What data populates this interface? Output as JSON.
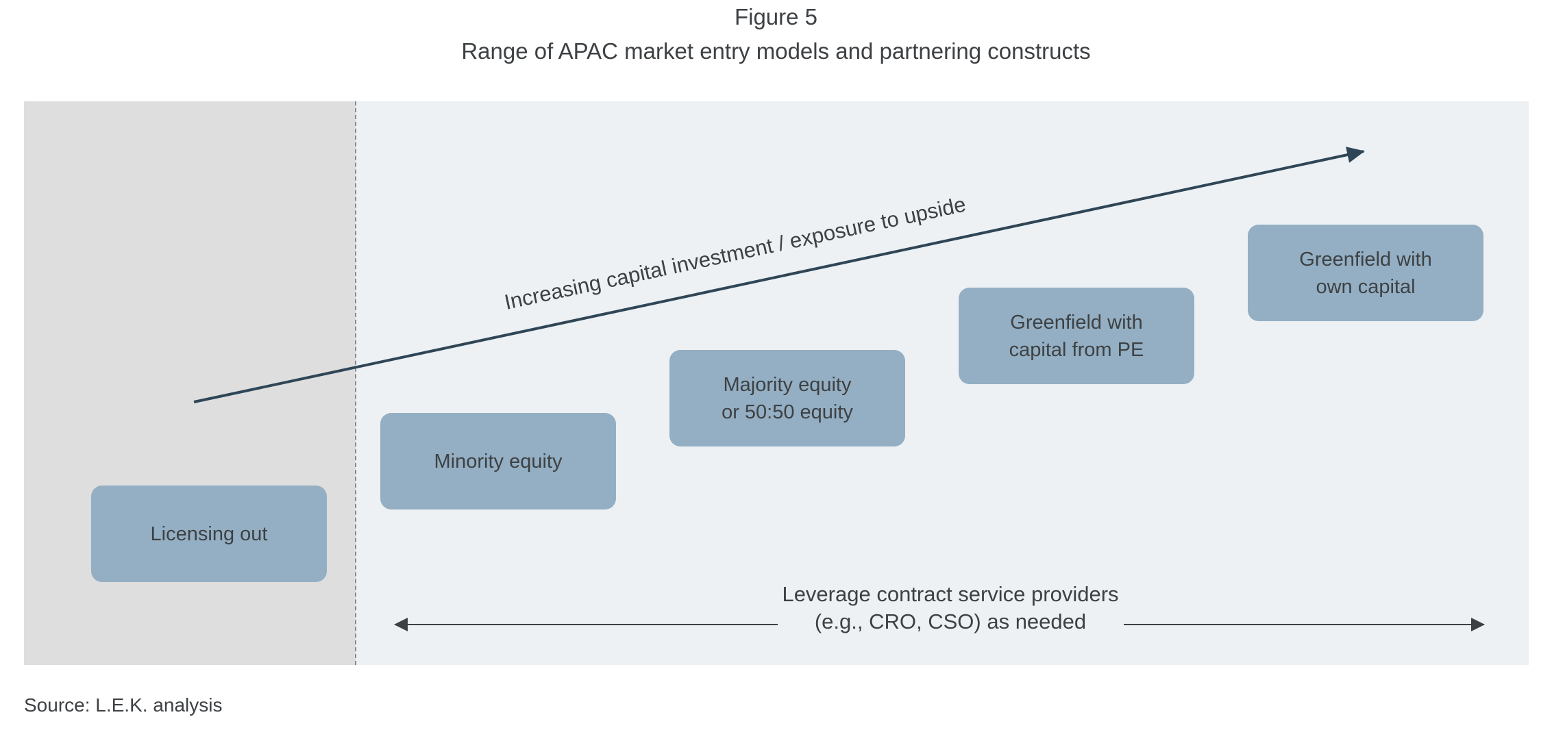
{
  "figure": {
    "label": "Figure 5",
    "title": "Range of APAC market entry models and partnering constructs"
  },
  "trend_arrow": {
    "label": "Increasing capital investment / exposure to upside"
  },
  "entry_models": [
    {
      "label": "Licensing out"
    },
    {
      "label": "Minority equity"
    },
    {
      "label": "Majority equity\nor 50:50 equity"
    },
    {
      "label": "Greenfield with\ncapital from PE"
    },
    {
      "label": "Greenfield with\nown capital"
    }
  ],
  "span_arrow": {
    "line1": "Leverage contract service providers",
    "line2": "(e.g., CRO, CSO) as needed"
  },
  "source": "Source: L.E.K. analysis",
  "colors": {
    "box_fill": "#94afc3",
    "left_panel": "#dedede",
    "right_panel": "#edf1f4",
    "trend_arrow": "#2f4657",
    "text": "#3d4144"
  }
}
